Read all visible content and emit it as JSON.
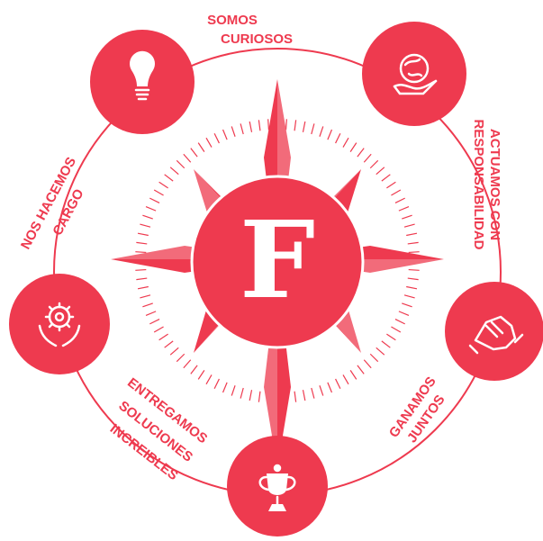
{
  "theme": {
    "accent": "#ee3a4f",
    "background": "#ffffff",
    "foreground": "#ffffff"
  },
  "logo": {
    "letter": "F"
  },
  "values": [
    {
      "id": "somos-curiosos",
      "lines": [
        "SOMOS",
        "CURIOSOS"
      ],
      "icon": "lightbulb-icon"
    },
    {
      "id": "actuamos-con-responsabilidad",
      "lines": [
        "ACTUAMOS CON",
        "RESPONSABILIDAD"
      ],
      "icon": "globe-in-hand-icon"
    },
    {
      "id": "ganamos-juntos",
      "lines": [
        "GANAMOS",
        "JUNTOS"
      ],
      "icon": "handshake-icon"
    },
    {
      "id": "entregamos-soluciones-increibles",
      "lines": [
        "ENTREGAMOS",
        "SOLUCIONES",
        "INCREIBLES"
      ],
      "icon": "trophy-icon"
    },
    {
      "id": "nos-hacemos-cargo",
      "lines": [
        "NOS HACEMOS",
        "CARGO"
      ],
      "icon": "gear-in-hands-icon"
    }
  ]
}
